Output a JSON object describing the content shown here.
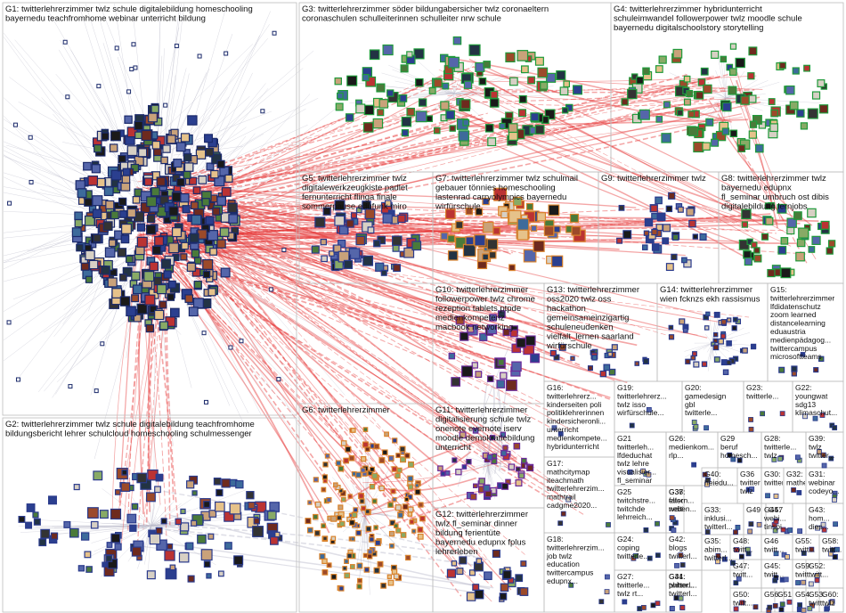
{
  "title": "",
  "colors": {
    "edge_red": "#e63a3a",
    "edge_grey": "#b9b9c9",
    "border": "#bdbdbd",
    "node_blue": "#2a3a8c",
    "node_green": "#1f9a3a",
    "node_orange": "#d9822b",
    "node_purple": "#6a2a9a",
    "node_navy": "#1b2a6b"
  },
  "groups": [
    {
      "id": "G1",
      "label_lines": [
        "G1: twitterlehrerzimmer twlz schule digitalebildung homeschooling",
        "bayernedu teachfromhome webinar unterricht bildung"
      ],
      "color": "node_navy"
    },
    {
      "id": "G2",
      "label_lines": [
        "G2: twitterlehrerzimmer twlz schule digitalebildung teachfromhome",
        "bildungsbericht lehrer schulcloud homeschooling schulmessenger"
      ],
      "color": "node_blue"
    },
    {
      "id": "G3",
      "label_lines": [
        "G3: twitterlehrerzimmer söder bildungabersicher twlz coronaeltern",
        "coronaschulen schulleiterinnen schulleiter nrw schule"
      ],
      "color": "node_green"
    },
    {
      "id": "G4",
      "label_lines": [
        "G4: twitterlehrerzimmer hybridunterricht",
        "schuleimwandel followerpower twlz moodle schule",
        "bayernedu digitalschoolstory storytelling"
      ],
      "color": "node_green"
    },
    {
      "id": "G5",
      "label_lines": [
        "G5: twitterlehrerzimmer twlz",
        "digitalewerkzeugkiste padlet",
        "fernunterricht flinga finale",
        "sommerpause edufunk miro"
      ],
      "color": "node_blue"
    },
    {
      "id": "G6",
      "label_lines": [
        "G6: twitterlehrerzimmer"
      ],
      "color": "node_orange"
    },
    {
      "id": "G7",
      "label_lines": [
        "G7: twitterlehrerzimmer twlz schulmail",
        "gebauer tönnies homeschooling",
        "lastenrad carryolympics bayernedu",
        "wirfürschule"
      ],
      "color": "node_orange"
    },
    {
      "id": "G8",
      "label_lines": [
        "G8: twitterlehrerzimmer twlz",
        "bayernedu edupnx",
        "fl_seminar umbruch ost dibis",
        "digitalebildung lernjobs"
      ],
      "color": "node_green"
    },
    {
      "id": "G9",
      "label_lines": [
        "G9: twitterlehrerzimmer twlz"
      ],
      "color": "node_blue"
    },
    {
      "id": "G10",
      "label_lines": [
        "G10: twitterlehrerzimmer",
        "followerpower twlz chrome",
        "rezeption tablets ptpde",
        "medienkompetenz",
        "macbook networking"
      ],
      "color": "node_purple"
    },
    {
      "id": "G11",
      "label_lines": [
        "G11: twitterlehrerzimmer",
        "digitalisierung schule twlz",
        "onenote evernote iserv",
        "moodle demokratiebildung",
        "unterricht"
      ],
      "color": "node_purple"
    },
    {
      "id": "G12",
      "label_lines": [
        "G12: twitterlehrerzimmer",
        "twlz fl_seminar dinner",
        "bildung ferientüte",
        "bayernedu edupnx fplus",
        "lehrerleben"
      ],
      "color": "node_blue"
    },
    {
      "id": "G13",
      "label_lines": [
        "G13: twitterlehrerzimmer",
        "oss2020 twlz oss",
        "hackathon",
        "gemeinsameinzigartig",
        "schuleneudenken",
        "vielfalt_lernen saarland",
        "wirfürschule"
      ],
      "color": "node_blue"
    },
    {
      "id": "G14",
      "label_lines": [
        "G14: twitterlehrerzimmer",
        "wien fcknzs ekh rassismus"
      ],
      "color": "node_blue"
    },
    {
      "id": "G15",
      "label_lines": [
        "G15:",
        "twitterlehrerzimmer",
        "lfdidatenschutz",
        "zoom learned",
        "distancelearning",
        "eduaustria",
        "medienpädagog...",
        "twittercampus",
        "microsoftteams"
      ],
      "color": "node_blue"
    },
    {
      "id": "G16",
      "label_lines": [
        "G16:",
        "twitterlehrerz...",
        "kinderseiten poli",
        "politiklehrerinnen",
        "kindersicheronli...",
        "unterricht",
        "medienkompete...",
        "hybridunterricht"
      ],
      "color": "node_purple"
    },
    {
      "id": "G17",
      "label_lines": [
        "G17:",
        "mathcitymap",
        "iteachmath",
        "twitterlehrerzim...",
        "mathtrail",
        "cadgme2020..."
      ],
      "color": "node_purple"
    },
    {
      "id": "G18",
      "label_lines": [
        "G18:",
        "twitterlehrerzim...",
        "job twlz",
        "education",
        "twittercampus",
        "edupnx..."
      ],
      "color": "node_blue"
    },
    {
      "id": "G19",
      "label_lines": [
        "G19:",
        "twitterlehrerz...",
        "twlz isso",
        "wirfürschule..."
      ],
      "color": "node_blue"
    },
    {
      "id": "G20",
      "label_lines": [
        "G20:",
        "gamedesign",
        "gbl",
        "twitterle..."
      ],
      "color": "node_blue"
    },
    {
      "id": "G21",
      "label_lines": [
        "G21",
        "twitterleh...",
        "lfdeduchat",
        "twlz lehre",
        "visualisier...",
        "fl_seminar"
      ],
      "color": "node_blue"
    },
    {
      "id": "G22",
      "label_lines": [
        "G22:",
        "youngwat",
        "sdg13",
        "klimaschut..."
      ],
      "color": "node_blue"
    },
    {
      "id": "G23",
      "label_lines": [
        "G23:",
        "twitterle..."
      ],
      "color": "node_blue"
    },
    {
      "id": "G24",
      "label_lines": [
        "G24:",
        "coping",
        "twitterle..."
      ],
      "color": "node_blue"
    },
    {
      "id": "G25",
      "label_lines": [
        "G25",
        "twitchstre...",
        "twitchde",
        "lehrreich..."
      ],
      "color": "node_blue"
    },
    {
      "id": "G26",
      "label_lines": [
        "G26:",
        "medienkom...",
        "rlp..."
      ],
      "color": "node_blue"
    },
    {
      "id": "G27",
      "label_lines": [
        "G27:",
        "twitterle...",
        "twlz rt..."
      ],
      "color": "node_blue"
    },
    {
      "id": "G28",
      "label_lines": [
        "G28:",
        "twitterle...",
        "twlz"
      ],
      "color": "node_blue"
    },
    {
      "id": "G29",
      "label_lines": [
        "G29",
        "beruf",
        "homesch..."
      ],
      "color": "node_blue"
    },
    {
      "id": "G30",
      "label_lines": [
        "G30:",
        "twitterl..."
      ],
      "color": "node_blue"
    },
    {
      "id": "G31",
      "label_lines": [
        "G31:",
        "webinar",
        "codeyo..."
      ],
      "color": "node_blue"
    },
    {
      "id": "G32",
      "label_lines": [
        "G32:",
        "mathe..."
      ],
      "color": "node_blue"
    },
    {
      "id": "G33",
      "label_lines": [
        "G33:",
        "inklusi...",
        "twitterl..."
      ],
      "color": "node_blue"
    },
    {
      "id": "G34",
      "label_lines": [
        "G34:",
        "phher...",
        "twitterl..."
      ],
      "color": "node_blue"
    },
    {
      "id": "G35",
      "label_lines": [
        "G35:",
        "abim...",
        "twitterl..."
      ],
      "color": "node_blue"
    },
    {
      "id": "G36",
      "label_lines": [
        "G36",
        "twitterl...",
        "twlz"
      ],
      "color": "node_blue"
    },
    {
      "id": "G37",
      "label_lines": [
        "G37:",
        "falsch...",
        "weitkl..."
      ],
      "color": "node_blue"
    },
    {
      "id": "G38",
      "label_lines": [
        "G38:",
        "eltern...",
        "neben..."
      ],
      "color": "node_blue"
    },
    {
      "id": "G39",
      "label_lines": [
        "G39:",
        "twlz",
        "twitter..."
      ],
      "color": "node_blue"
    },
    {
      "id": "G40",
      "label_lines": [
        "G40:",
        "heiedu...",
        "fremds..."
      ],
      "color": "node_blue"
    },
    {
      "id": "G41",
      "label_lines": [
        "G41:",
        "twitterl..."
      ],
      "color": "node_blue"
    },
    {
      "id": "G42",
      "label_lines": [
        "G42:",
        "blogs",
        "twitterl..."
      ],
      "color": "node_blue"
    },
    {
      "id": "G43",
      "label_lines": [
        "G43:",
        "hom...",
        "dies..."
      ],
      "color": "node_blue"
    },
    {
      "id": "G44",
      "label_lines": [
        "G44:",
        "webi...",
        "tinspi..."
      ],
      "color": "node_blue"
    },
    {
      "id": "G45",
      "label_lines": [
        "G45:",
        "twitt..."
      ],
      "color": "node_blue"
    },
    {
      "id": "G46",
      "label_lines": [
        "G46",
        "twitt..."
      ],
      "color": "node_blue"
    },
    {
      "id": "G47",
      "label_lines": [
        "G47:",
        "twitt..."
      ],
      "color": "node_blue"
    },
    {
      "id": "G48",
      "label_lines": [
        "G48:",
        "twitt..."
      ],
      "color": "node_blue"
    },
    {
      "id": "G49",
      "label_lines": [
        "G49"
      ],
      "color": "node_blue"
    },
    {
      "id": "G50",
      "label_lines": [
        "G50:",
        "twitt..."
      ],
      "color": "node_blue"
    },
    {
      "id": "G51",
      "label_lines": [
        "G51"
      ],
      "color": "node_blue"
    },
    {
      "id": "G52",
      "label_lines": [
        "G52:",
        "twitt..."
      ],
      "color": "node_blue"
    },
    {
      "id": "G53",
      "label_lines": [
        "G53:",
        "twitt..."
      ],
      "color": "node_blue"
    },
    {
      "id": "G54",
      "label_lines": [
        "G54:"
      ],
      "color": "node_blue"
    },
    {
      "id": "G55",
      "label_lines": [
        "G55:",
        "twitt..."
      ],
      "color": "node_blue"
    },
    {
      "id": "G56",
      "label_lines": [
        "G56:"
      ],
      "color": "node_blue"
    },
    {
      "id": "G57",
      "label_lines": [
        "G57"
      ],
      "color": "node_blue"
    },
    {
      "id": "G58",
      "label_lines": [
        "G58:",
        "twitt..."
      ],
      "color": "node_blue"
    },
    {
      "id": "G59",
      "label_lines": [
        "G59:",
        "twitt..."
      ],
      "color": "node_blue"
    },
    {
      "id": "G60",
      "label_lines": [
        "G60:",
        "twlz"
      ],
      "color": "node_blue"
    }
  ],
  "edges": [
    {
      "from": "G1",
      "to": "G3",
      "color": "edge_red",
      "weight": 3
    },
    {
      "from": "G1",
      "to": "G4",
      "color": "edge_red",
      "weight": 3
    },
    {
      "from": "G1",
      "to": "G5",
      "color": "edge_red",
      "weight": 3
    },
    {
      "from": "G1",
      "to": "G7",
      "color": "edge_red",
      "weight": 3
    },
    {
      "from": "G1",
      "to": "G8",
      "color": "edge_red",
      "weight": 2
    },
    {
      "from": "G1",
      "to": "G9",
      "color": "edge_red",
      "weight": 2
    },
    {
      "from": "G1",
      "to": "G10",
      "color": "edge_red",
      "weight": 3
    },
    {
      "from": "G1",
      "to": "G11",
      "color": "edge_red",
      "weight": 2
    },
    {
      "from": "G1",
      "to": "G12",
      "color": "edge_red",
      "weight": 2
    },
    {
      "from": "G1",
      "to": "G13",
      "color": "edge_red",
      "weight": 2
    },
    {
      "from": "G1",
      "to": "G2",
      "color": "edge_red",
      "weight": 3
    },
    {
      "from": "G1",
      "to": "G6",
      "color": "edge_red",
      "weight": 2
    },
    {
      "from": "G1",
      "to": "G14",
      "color": "edge_red",
      "weight": 1
    },
    {
      "from": "G1",
      "to": "G16",
      "color": "edge_red",
      "weight": 1
    },
    {
      "from": "G1",
      "to": "G17",
      "color": "edge_red",
      "weight": 1
    },
    {
      "from": "G3",
      "to": "G4",
      "color": "edge_red",
      "weight": 2
    },
    {
      "from": "G3",
      "to": "G8",
      "color": "edge_red",
      "weight": 2
    },
    {
      "from": "G5",
      "to": "G7",
      "color": "edge_red",
      "weight": 1
    },
    {
      "from": "G4",
      "to": "G8",
      "color": "edge_red",
      "weight": 1
    },
    {
      "from": "G2",
      "to": "G12",
      "color": "edge_grey",
      "weight": 1
    },
    {
      "from": "G6",
      "to": "G11",
      "color": "edge_red",
      "weight": 1
    },
    {
      "from": "G10",
      "to": "G11",
      "color": "edge_grey",
      "weight": 1
    }
  ]
}
